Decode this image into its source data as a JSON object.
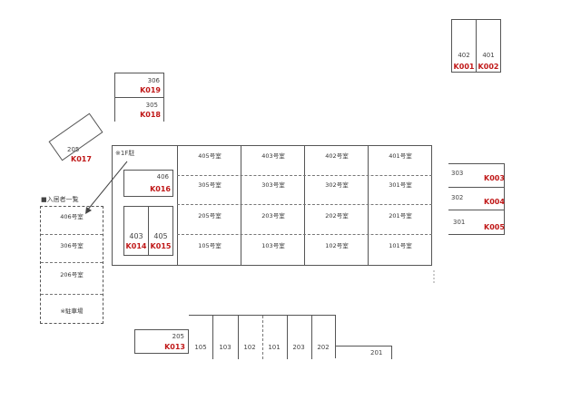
{
  "floor_note": "※1F駐",
  "list_title": "■入居者一覧",
  "top_right_spaces": [
    {
      "room": "402",
      "code": "K001"
    },
    {
      "room": "401",
      "code": "K002"
    }
  ],
  "upper_left_spaces": [
    {
      "room": "306",
      "code": "K019"
    },
    {
      "room": "305",
      "code": "K018"
    }
  ],
  "tilted_space": {
    "room": "205",
    "code": "K017"
  },
  "right_side_spaces": [
    {
      "room": "303",
      "code": "K003"
    },
    {
      "room": "302",
      "code": "K004"
    },
    {
      "room": "301",
      "code": "K005"
    }
  ],
  "inner_spaces": {
    "k016": {
      "room": "406",
      "code": "K016"
    },
    "k014": {
      "room": "403",
      "code": "K014"
    },
    "k015": {
      "room": "405",
      "code": "K015"
    }
  },
  "building_rooms": {
    "row1": [
      "405号室",
      "403号室",
      "402号室",
      "401号室"
    ],
    "row2": [
      "305号室",
      "303号室",
      "302号室",
      "301号室"
    ],
    "row3": [
      "205号室",
      "203号室",
      "202号室",
      "201号室"
    ],
    "row4": [
      "105号室",
      "103号室",
      "102号室",
      "101号室"
    ]
  },
  "list_rows": [
    "406号室",
    "306号室",
    "206号室",
    "※駐車場"
  ],
  "bottom_spaces": {
    "k013": {
      "room": "205",
      "code": "K013"
    },
    "stalls": [
      "105",
      "103",
      "102",
      "101",
      "203",
      "202"
    ],
    "far_right": "201"
  }
}
